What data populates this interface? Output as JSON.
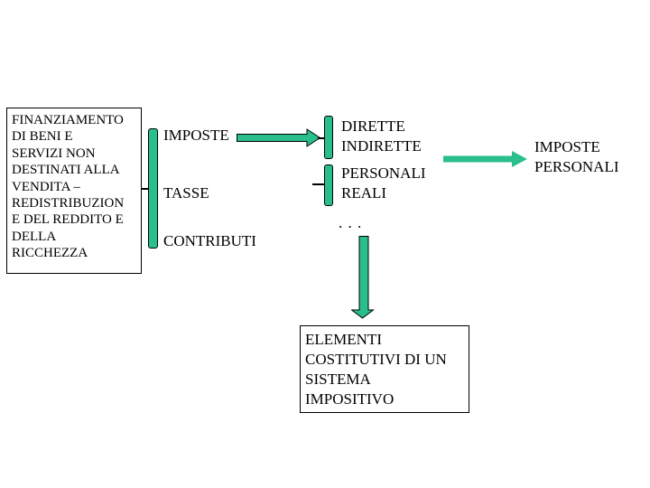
{
  "slide": {
    "background_color": "#ffffff",
    "accent_color": "#29BE8D",
    "finance_box": {
      "text": "FINANZIAMENTO\nDI BENI E\nSERVIZI NON\nDESTINATI ALLA\nVENDITA –\nREDISTRIBUZION\nE DEL REDDITO E\nDELLA\nRICCHEZZA"
    },
    "levy_types": {
      "imposte": "IMPOSTE",
      "tasse": "TASSE",
      "contributi": "CONTRIBUTI"
    },
    "imposte_classes": {
      "direct_indirect": "DIRETTE\nINDIRETTE",
      "personal_real": "PERSONALI\nREALI",
      "ellipsis": ". . ."
    },
    "result": {
      "text": "IMPOSTE\nPERSONALI"
    },
    "elements_box": {
      "text": "ELEMENTI\nCOSTITUTIVI DI UN\nSISTEMA\nIMPOSITIVO"
    }
  }
}
